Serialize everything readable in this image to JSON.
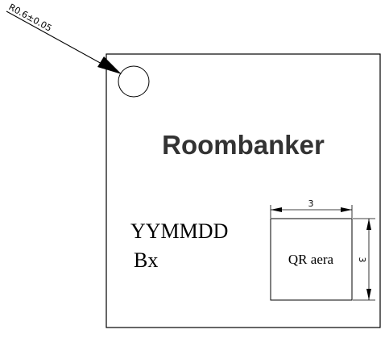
{
  "radius_callout": "R0.6±0.05",
  "brand": "Roombanker",
  "date_code": "YYMMDD",
  "batch_code": "Bx",
  "qr_label": "QR aera",
  "qr_width_dim": "3",
  "qr_height_dim": "3",
  "colors": {
    "line": "#000000",
    "background": "#ffffff",
    "brand_text": "#333333"
  }
}
